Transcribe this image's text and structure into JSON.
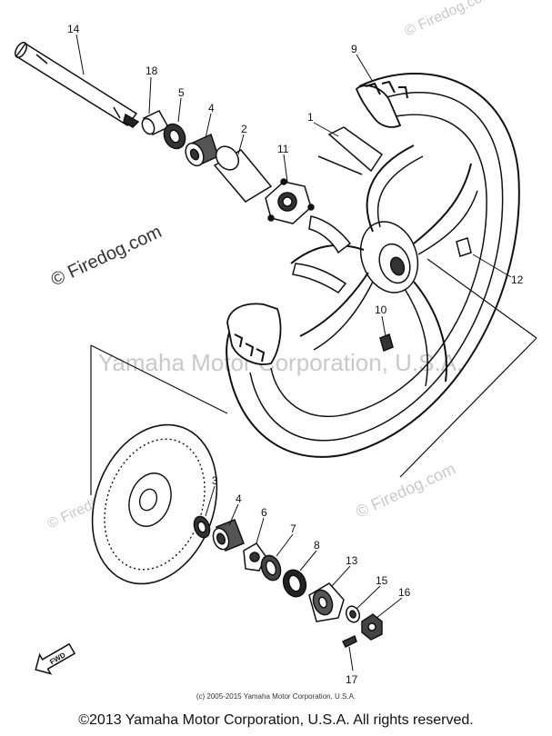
{
  "watermarks": {
    "site_top": "© Firedog.com",
    "site_left": "© Firedog.com",
    "site_right": "© Firedog.com",
    "site_bottom_left": "© Firedog.com",
    "center": "Yamaha Motor Corporation, U.S.A."
  },
  "direction_arrow_label": "FWD",
  "part_labels": {
    "p1": "1",
    "p2": "2",
    "p3": "3",
    "p4a": "4",
    "p4b": "4",
    "p5": "5",
    "p6": "6",
    "p7": "7",
    "p8": "8",
    "p9": "9",
    "p10": "10",
    "p11": "11",
    "p12": "12",
    "p13": "13",
    "p14": "14",
    "p15": "15",
    "p16": "16",
    "p17": "17",
    "p18": "18"
  },
  "fine_print": "(c) 2005-2015 Yamaha Motor Corporation, U.S.A.",
  "copyright": "©2013 Yamaha Motor Corporation, U.S.A. All rights reserved."
}
